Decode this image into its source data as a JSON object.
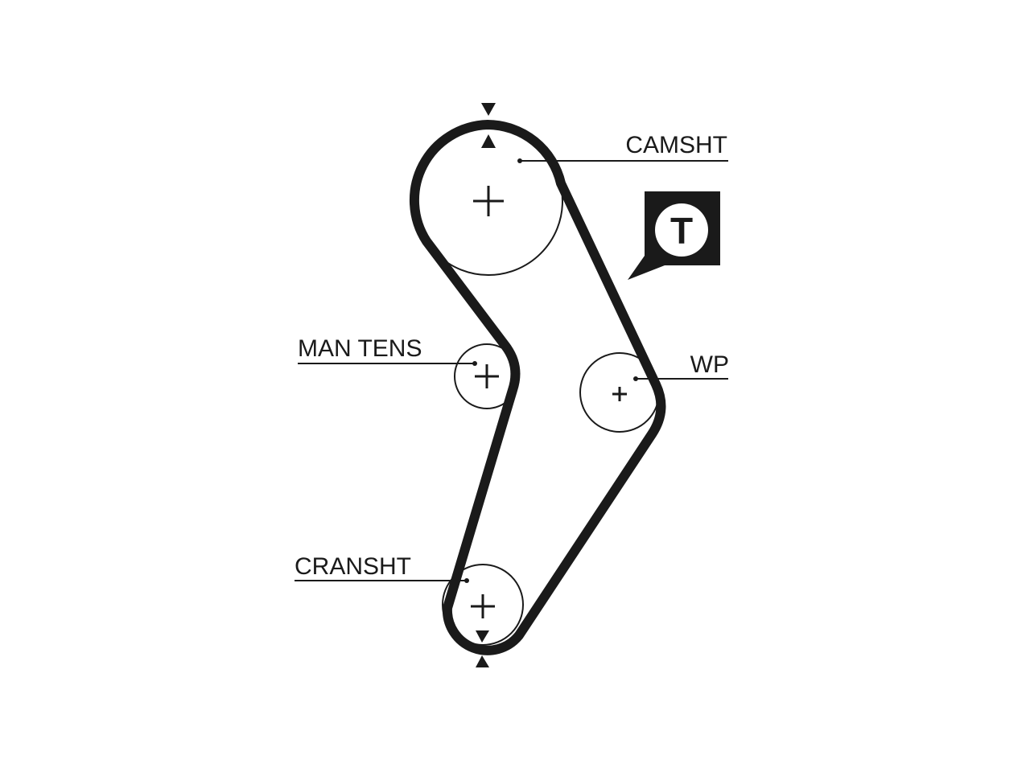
{
  "labels": {
    "camshaft": "CAMSHT",
    "manual_tensioner": "MAN TENS",
    "water_pump": "WP",
    "crankshaft": "CRANSHT"
  },
  "tensioner_badge": {
    "letter": "T"
  },
  "colors": {
    "ink": "#1a1a1a",
    "background": "#ffffff"
  }
}
